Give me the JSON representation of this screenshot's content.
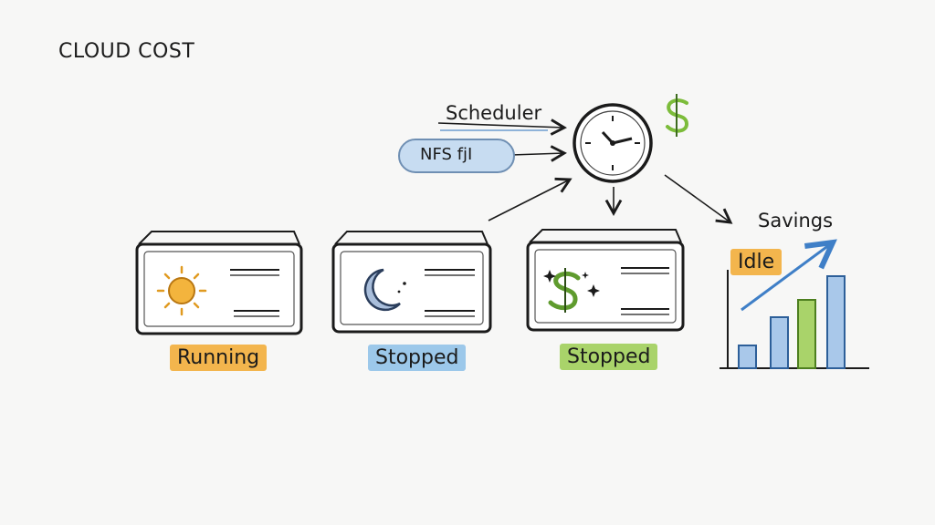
{
  "title": "CLOUD COST",
  "scheduler": {
    "label": "Scheduler",
    "input_text": "NFS fjI",
    "clock_icon": "clock-icon",
    "dollar_icon": "dollar-icon"
  },
  "instances": [
    {
      "status": "Running",
      "icon": "sun-icon",
      "status_color": "#f3b54d"
    },
    {
      "status": "Stopped",
      "icon": "moon-icon",
      "status_color": "#9cc8ea"
    },
    {
      "status": "Stopped",
      "icon": "dollar-sparkle-icon",
      "status_color": "#a9d36a"
    }
  ],
  "savings": {
    "label": "Savings",
    "tag": "Idle",
    "tag_color": "#f3b54d"
  },
  "colors": {
    "ink": "#1b1b1b",
    "blue": "#3f7fc7",
    "green": "#7cbc3a",
    "orange": "#f0a52a"
  }
}
